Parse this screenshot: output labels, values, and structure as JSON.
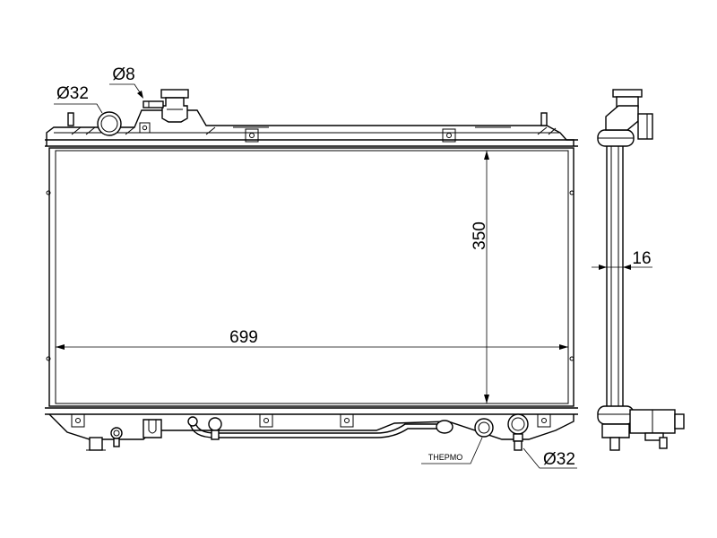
{
  "labels": {
    "cap_diameter_top": "Ø32",
    "overflow_diameter": "Ø8",
    "width_dimension": "699",
    "height_dimension": "350",
    "thickness_dimension": "16",
    "thermo_label": "THEPMO",
    "outlet_diameter_bottom": "Ø32"
  },
  "colors": {
    "line": "#000000",
    "background": "#ffffff"
  }
}
